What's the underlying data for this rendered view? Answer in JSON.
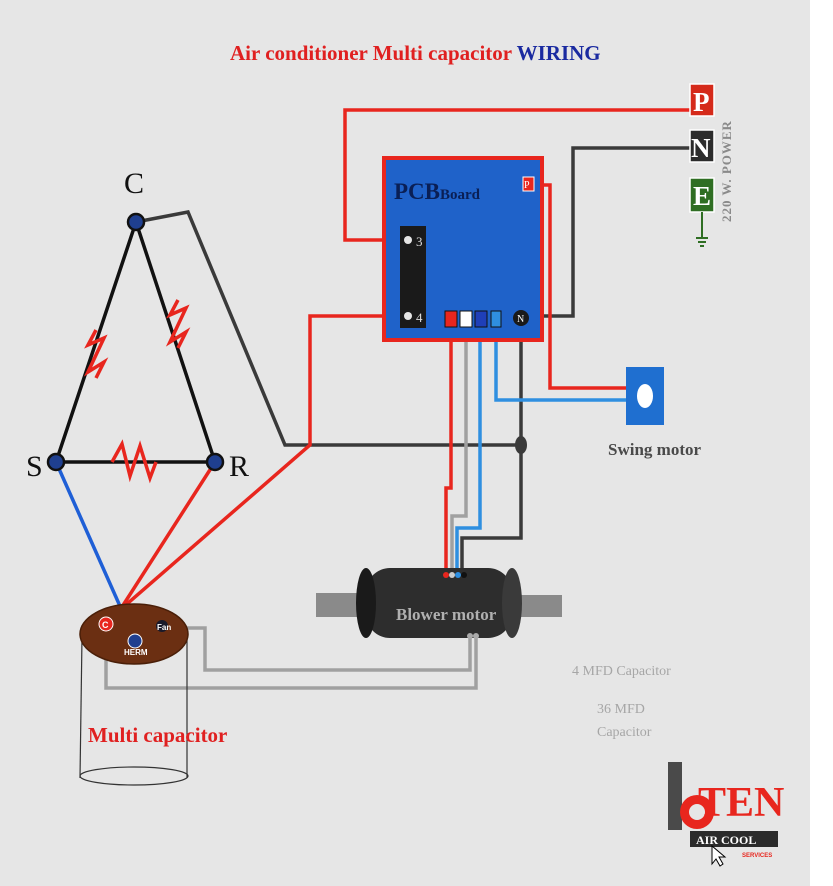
{
  "title": {
    "part1": "Air conditioner Multi capacitor ",
    "part2": "WIRING"
  },
  "compressor": {
    "c": "C",
    "s": "S",
    "r": "R"
  },
  "pcb": {
    "title": "PCB",
    "subtitle": "Board",
    "pin3": "3",
    "pin4": "4",
    "pin_p": "P",
    "pin_n": "N"
  },
  "power": {
    "p": "P",
    "n": "N",
    "e": "E",
    "label": "220 W. POWER"
  },
  "swing_motor": {
    "label": "Swing motor"
  },
  "blower_motor": {
    "label": "Blower motor"
  },
  "capacitor": {
    "label": "Multi capacitor",
    "c": "C",
    "fan": "Fan",
    "herm": "HERM"
  },
  "notes": {
    "cap4": "4 MFD Capacitor",
    "cap36_line1": "36 MFD",
    "cap36_line2": "Capacitor"
  },
  "logo": {
    "ten": "TEN",
    "air_cool": "AIR COOL",
    "services": "SERVICES"
  },
  "colors": {
    "red": "#e8261e",
    "black": "#3a3a3a",
    "blue": "#1f5fd6",
    "lightblue": "#2f8fe0",
    "gray": "#9a9a9a",
    "pcb": "#1f62c9",
    "cap": "#6b2f12",
    "title_red": "#e02020",
    "title_blue": "#1a2aa0",
    "power_red": "#d52a1a",
    "power_black": "#2b2b2b",
    "power_green": "#2f6e23"
  }
}
